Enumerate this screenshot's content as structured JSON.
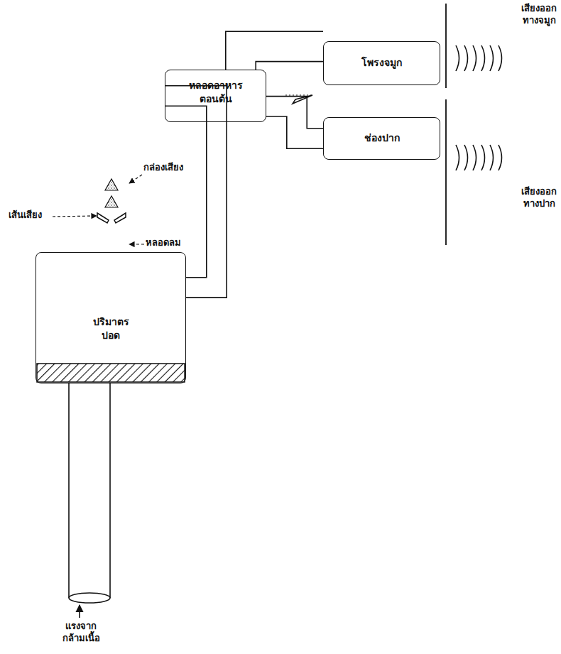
{
  "diagram": {
    "nodes": [
      {
        "text": [
          "ปริมาตร ปอด"
        ]
      },
      {
        "text": [
          "หลอดอาหาร ตอนต้น"
        ]
      },
      {
        "text": [
          "โพรงจมูก"
        ]
      },
      {
        "text": [
          "ช่องปาก"
        ]
      }
    ],
    "edges": [
      {
        "from": 0,
        "to": 1,
        "arrow": "none"
      },
      {
        "from": 1,
        "to": 2,
        "arrow": "none"
      },
      {
        "from": 1,
        "to": 3,
        "arrow": "none"
      }
    ],
    "labels": [
      "เสียงออก ทางจมูก",
      "เสียงออก ทางปาก",
      "กล่องเสียง",
      "เส้นเสียง",
      "หลอดลม",
      "แรงจาก กล้ามเนื้อ"
    ]
  }
}
